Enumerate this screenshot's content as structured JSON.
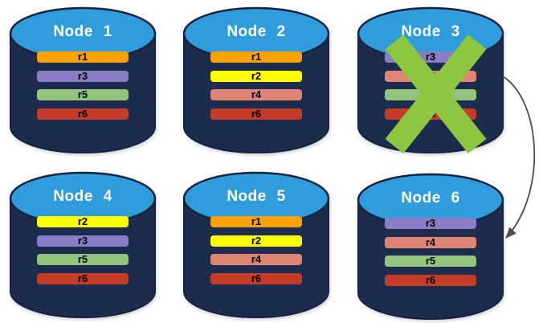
{
  "diagram": {
    "colors": {
      "background": "#FFFFFF",
      "cylinder_body": "#1C2B4E",
      "cylinder_outline": "#16233F",
      "cylinder_top": "#2F9CDB",
      "node_title_text": "#FFFFFF",
      "bar_text": "#000000",
      "x_mark": "#8DC63F",
      "arrow": "#4D4D4D"
    },
    "replica_colors": {
      "r1": "#F9A202",
      "r2": "#FEFE00",
      "r3": "#8B7CC8",
      "r4": "#DF8574",
      "r5": "#92C47E",
      "r6": "#C53D28"
    },
    "nodes": [
      {
        "id": "node-1",
        "label": "Node 1",
        "failed": false,
        "replicas": [
          {
            "label": "r1",
            "key": "r1"
          },
          {
            "label": "r3",
            "key": "r3"
          },
          {
            "label": "r5",
            "key": "r5"
          },
          {
            "label": "r6",
            "key": "r6"
          }
        ]
      },
      {
        "id": "node-2",
        "label": "Node 2",
        "failed": false,
        "replicas": [
          {
            "label": "r1",
            "key": "r1"
          },
          {
            "label": "r2",
            "key": "r2"
          },
          {
            "label": "r4",
            "key": "r4"
          },
          {
            "label": "r6",
            "key": "r6"
          }
        ]
      },
      {
        "id": "node-3",
        "label": "Node 3",
        "failed": true,
        "replicas": [
          {
            "label": "r3",
            "key": "r3"
          },
          {
            "label": "r4",
            "key": "r4"
          },
          {
            "label": "r5",
            "key": "r5"
          },
          {
            "label": "r6",
            "key": "r6"
          }
        ]
      },
      {
        "id": "node-4",
        "label": "Node 4",
        "failed": false,
        "replicas": [
          {
            "label": "r2",
            "key": "r2"
          },
          {
            "label": "r3",
            "key": "r3"
          },
          {
            "label": "r5",
            "key": "r5"
          },
          {
            "label": "r6",
            "key": "r6"
          }
        ]
      },
      {
        "id": "node-5",
        "label": "Node 5",
        "failed": false,
        "replicas": [
          {
            "label": "r1",
            "key": "r1"
          },
          {
            "label": "r2",
            "key": "r2"
          },
          {
            "label": "r4",
            "key": "r4"
          },
          {
            "label": "r6",
            "key": "r6"
          }
        ]
      },
      {
        "id": "node-6",
        "label": "Node 6",
        "failed": false,
        "replicas": [
          {
            "label": "r3",
            "key": "r3"
          },
          {
            "label": "r4",
            "key": "r4"
          },
          {
            "label": "r5",
            "key": "r5"
          },
          {
            "label": "r6",
            "key": "r6"
          }
        ]
      }
    ],
    "arrow": {
      "from": "node-3",
      "to": "node-6"
    }
  }
}
